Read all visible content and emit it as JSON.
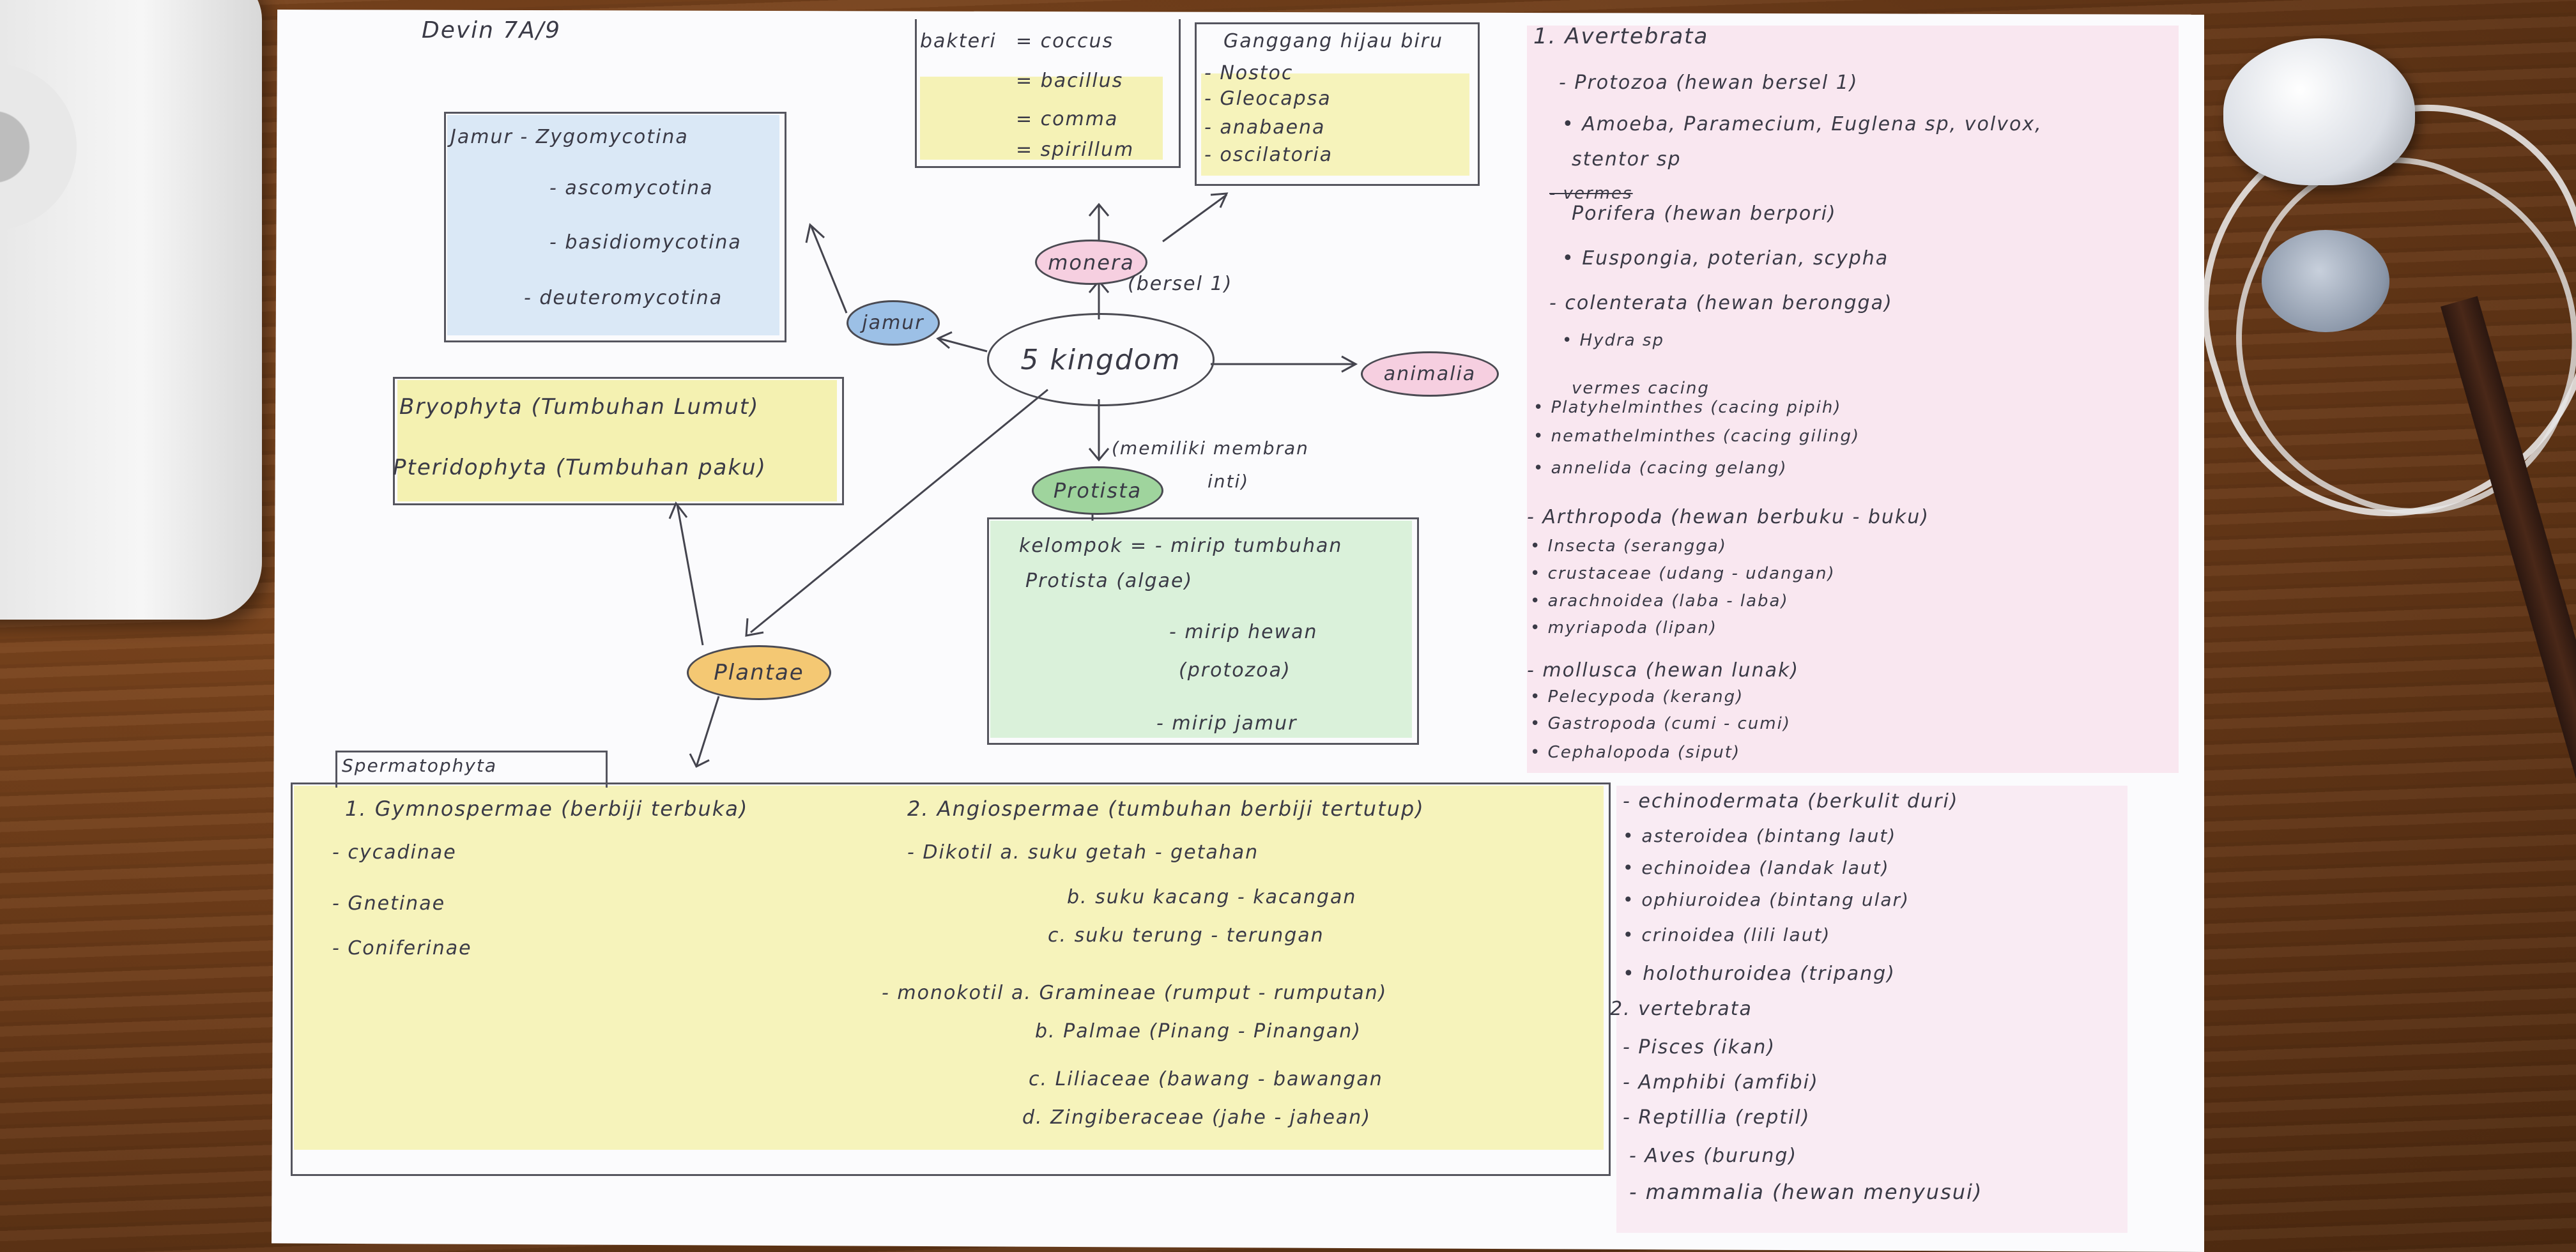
{
  "notebook": {
    "author": "Devin 7A/9",
    "center": "5 kingdom",
    "kingdoms": {
      "monera": "monera",
      "monera_note": "(bersel 1)",
      "jamur": "jamur",
      "animalia": "animalia",
      "protista": "Protista",
      "protista_note_1": "(memiliki membran",
      "protista_note_2": "inti)",
      "plantae": "Plantae"
    },
    "bakteri": {
      "label": "bakteri",
      "items": [
        "= coccus",
        "= bacillus",
        "= comma",
        "= spirillum"
      ]
    },
    "ganggang": {
      "title": "Ganggang  hijau biru",
      "items": [
        "- Nostoc",
        "- Gleocapsa",
        "- anabaena",
        "- oscilatoria"
      ]
    },
    "jamur_box": {
      "items": [
        "Jamur - Zygomycotina",
        "- ascomycotina",
        "- basidiomycotina",
        "- deuteromycotina"
      ]
    },
    "protista_box": {
      "lines": [
        "kelompok = - mirip tumbuhan",
        "Protista       (algae)",
        "- mirip hewan",
        "(protozoa)",
        "- mirip jamur"
      ]
    },
    "plantae_box": {
      "items": [
        "Bryophyta (Tumbuhan Lumut)",
        "Pteridophyta (Tumbuhan paku)"
      ]
    },
    "spermatophyta": {
      "label": "Spermatophyta",
      "gymno_title": "1. Gymnospermae (berbiji terbuka)",
      "gymno_items": [
        "- cycadinae",
        "- Gnetinae",
        "- Coniferinae"
      ],
      "angio_title": "2. Angiospermae  (tumbuhan berbiji tertutup)",
      "dikotil": [
        "- Dikotil  a. suku getah - getahan",
        "b. suku kacang - kacangan",
        "c. suku terung - terungan"
      ],
      "monokotil": [
        "- monokotil a. Gramineae (rumput - rumputan)",
        "b. Palmae (Pinang - Pinangan)",
        "c. Liliaceae (bawang - bawangan",
        "d. Zingiberaceae (jahe - jahean)"
      ]
    },
    "animalia_list": {
      "lines": [
        "1. Avertebrata",
        "- Protozoa (hewan bersel 1)",
        "• Amoeba, Paramecium, Euglena sp, volvox,",
        "stentor sp",
        "- vermes",
        "Porifera   (hewan berpori)",
        "• Euspongia, poterian, scypha",
        "- colenterata (hewan berongga)",
        "• Hydra sp",
        "vermes cacing",
        "• Platyhelminthes (cacing pipih)",
        "• nemathelminthes (cacing giling)",
        "• annelida (cacing gelang)",
        "- Arthropoda (hewan berbuku - buku)",
        "• Insecta (serangga)",
        "• crustaceae (udang - udangan)",
        "• arachnoidea (laba - laba)",
        "• myriapoda (lipan)",
        "- mollusca (hewan lunak)",
        "• Pelecypoda (kerang)",
        "• Gastropoda (cumi - cumi)",
        "• Cephalopoda (siput)"
      ]
    },
    "echino_list": {
      "lines": [
        "- echinodermata (berkulit duri)",
        "• asteroidea (bintang laut)",
        "• echinoidea (landak laut)",
        "• ophiuroidea (bintang ular)",
        "• crinoidea (lili laut)",
        "• holothuroidea (tripang)",
        "2. vertebrata",
        "- Pisces (ikan)",
        "- Amphibi (amfibi)",
        "- Reptillia (reptil)",
        "- Aves (burung)",
        "- mammalia (hewan menyusui)"
      ]
    }
  },
  "colors": {
    "paper": "#fbfbfd",
    "ink": "#3a3a46",
    "highlight_yellow": "#f3ef9e",
    "highlight_blue": "#cfe2f3",
    "highlight_green": "#cfeecd",
    "highlight_pink": "#f6cfe0",
    "highlight_orange": "#f4c873"
  }
}
